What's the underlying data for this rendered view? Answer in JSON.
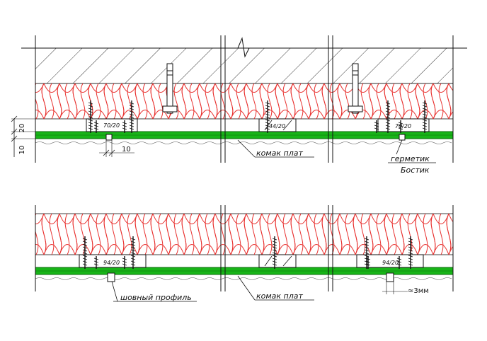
{
  "labels": {
    "sealant": "герметик",
    "sealant_brand": "Бостик",
    "seam_profile": "шовный профиль",
    "board_piece_top": "комак плат",
    "board_piece_bottom": "комак плат",
    "gap": "≈3мм"
  },
  "dimensions": {
    "height_20": "20",
    "height_10": "10",
    "width_10": "10"
  },
  "profile_tags": {
    "top_left": "70/20",
    "top_middle": "44/20",
    "top_right": "70/20",
    "bottom_left": "94/20",
    "bottom_right": "94/20"
  },
  "colors": {
    "insulation_wave": "#e8302e",
    "panel_green": "#18b418",
    "panel_dark": "#0b6b0b",
    "hatch": "#222222",
    "line": "#111111"
  }
}
